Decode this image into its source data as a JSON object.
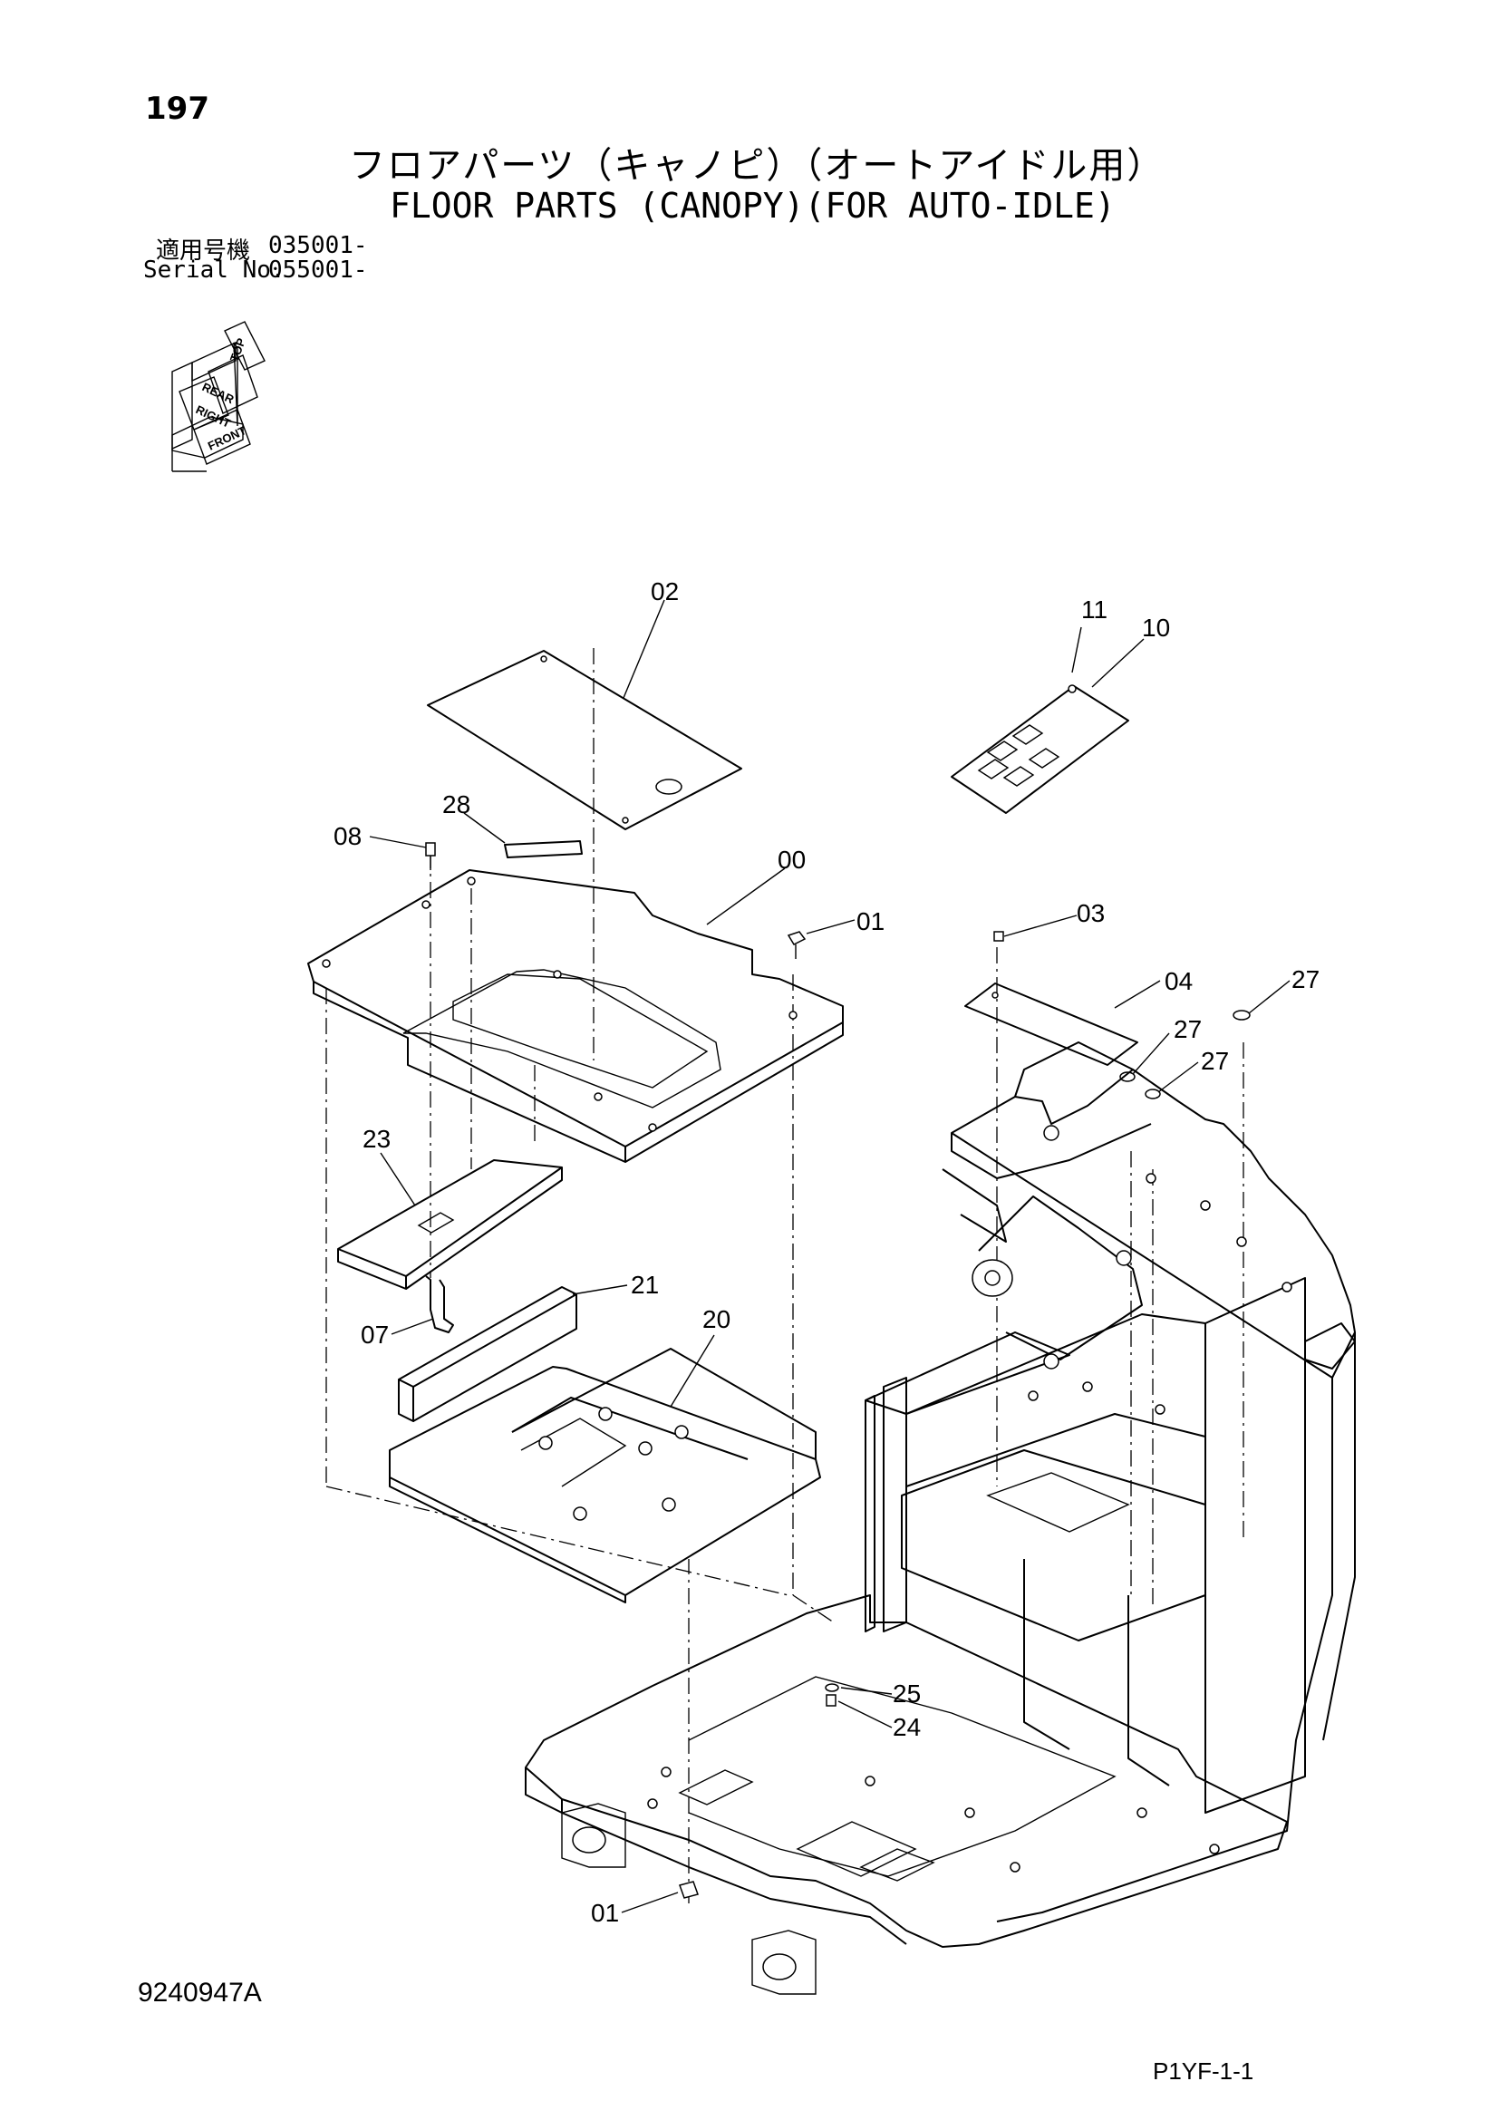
{
  "page_number": "197",
  "title_jp": "フロアパーツ（キャノピ）（オートアイドル用）",
  "title_en": "FLOOR PARTS (CANOPY)(FOR AUTO-IDLE)",
  "serial": {
    "jp_label": "適用号機",
    "jp_value": "035001-",
    "en_label": "Serial No.",
    "en_value": "055001-"
  },
  "orientation_labels": [
    "TOP",
    "REAR",
    "RIGHT",
    "FRONT"
  ],
  "callouts": [
    {
      "id": "c02",
      "text": "02"
    },
    {
      "id": "c11",
      "text": "11"
    },
    {
      "id": "c10",
      "text": "10"
    },
    {
      "id": "c28",
      "text": "28"
    },
    {
      "id": "c08",
      "text": "08"
    },
    {
      "id": "c00",
      "text": "00"
    },
    {
      "id": "c01a",
      "text": "01"
    },
    {
      "id": "c03",
      "text": "03"
    },
    {
      "id": "c04",
      "text": "04"
    },
    {
      "id": "c27a",
      "text": "27"
    },
    {
      "id": "c27b",
      "text": "27"
    },
    {
      "id": "c27c",
      "text": "27"
    },
    {
      "id": "c23",
      "text": "23"
    },
    {
      "id": "c21",
      "text": "21"
    },
    {
      "id": "c20",
      "text": "20"
    },
    {
      "id": "c07",
      "text": "07"
    },
    {
      "id": "c25",
      "text": "25"
    },
    {
      "id": "c24",
      "text": "24"
    },
    {
      "id": "c01b",
      "text": "01"
    }
  ],
  "drawing_number": "9240947A",
  "page_reference": "P1YF-1-1"
}
